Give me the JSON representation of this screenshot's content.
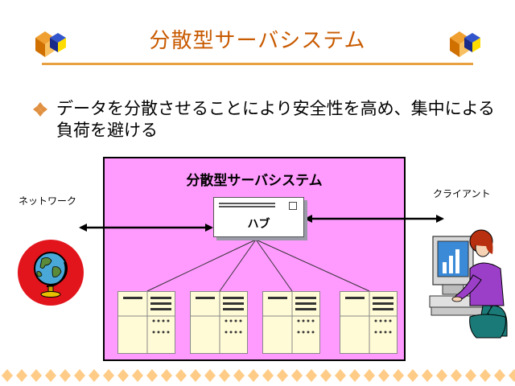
{
  "slide": {
    "title": "分散型サーバシステム",
    "bullet": "データを分散させることにより安全性を高め、集中による負荷を避ける"
  },
  "diagram": {
    "system_label": "分散型サーバシステム",
    "hub_label": "ハブ",
    "network_label": "ネットワーク",
    "client_label": "クライアント",
    "server_count": 4
  },
  "colors": {
    "title": "#c85a00",
    "system_fill": "#ff9aff",
    "server_fill": "#fffbd6",
    "accent_diamond": "#ffcc88"
  },
  "icons": [
    "cube-icon",
    "diamond-bullet-icon",
    "globe-icon",
    "person-at-computer-icon",
    "server-icon",
    "hub-icon"
  ]
}
